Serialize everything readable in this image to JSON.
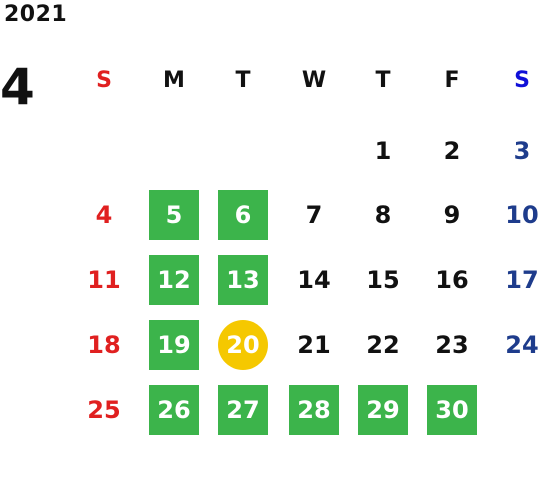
{
  "header": {
    "year": "2021",
    "month": "4"
  },
  "weekdays": [
    {
      "label": "S",
      "color": "#e02020"
    },
    {
      "label": "M",
      "color": "#111111"
    },
    {
      "label": "T",
      "color": "#111111"
    },
    {
      "label": "W",
      "color": "#111111"
    },
    {
      "label": "T",
      "color": "#111111"
    },
    {
      "label": "F",
      "color": "#111111"
    },
    {
      "label": "S",
      "color": "#1010d8"
    }
  ],
  "colors": {
    "sunday": "#e02020",
    "saturday": "#1e3c8c",
    "weekday": "#111111",
    "highlight_green": "#3cb44b",
    "highlight_yellow": "#f5c800"
  },
  "weeks": [
    [
      {
        "d": ""
      },
      {
        "d": ""
      },
      {
        "d": ""
      },
      {
        "d": ""
      },
      {
        "d": "1",
        "hl": ""
      },
      {
        "d": "2",
        "hl": ""
      },
      {
        "d": "3",
        "hl": ""
      }
    ],
    [
      {
        "d": "4",
        "hl": ""
      },
      {
        "d": "5",
        "hl": "green"
      },
      {
        "d": "6",
        "hl": "green"
      },
      {
        "d": "7",
        "hl": ""
      },
      {
        "d": "8",
        "hl": ""
      },
      {
        "d": "9",
        "hl": ""
      },
      {
        "d": "10",
        "hl": ""
      }
    ],
    [
      {
        "d": "11",
        "hl": ""
      },
      {
        "d": "12",
        "hl": "green"
      },
      {
        "d": "13",
        "hl": "green"
      },
      {
        "d": "14",
        "hl": ""
      },
      {
        "d": "15",
        "hl": ""
      },
      {
        "d": "16",
        "hl": ""
      },
      {
        "d": "17",
        "hl": ""
      }
    ],
    [
      {
        "d": "18",
        "hl": ""
      },
      {
        "d": "19",
        "hl": "green"
      },
      {
        "d": "20",
        "hl": "yellow"
      },
      {
        "d": "21",
        "hl": ""
      },
      {
        "d": "22",
        "hl": ""
      },
      {
        "d": "23",
        "hl": ""
      },
      {
        "d": "24",
        "hl": ""
      }
    ],
    [
      {
        "d": "25",
        "hl": ""
      },
      {
        "d": "26",
        "hl": "green"
      },
      {
        "d": "27",
        "hl": "green"
      },
      {
        "d": "28",
        "hl": "green"
      },
      {
        "d": "29",
        "hl": "green"
      },
      {
        "d": "30",
        "hl": "green"
      },
      {
        "d": ""
      }
    ]
  ]
}
